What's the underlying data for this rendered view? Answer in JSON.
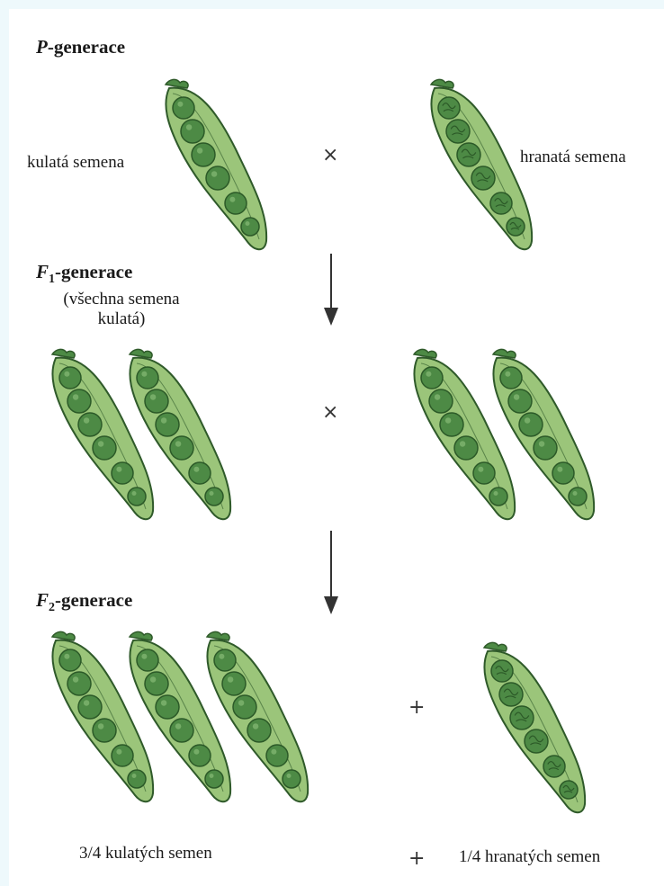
{
  "generations": {
    "p": {
      "letter": "P",
      "suffix": "-generace"
    },
    "f1": {
      "letter": "F",
      "sub": "1",
      "suffix": "-generace",
      "note_line1": "(všechna semena",
      "note_line2": "kulatá)"
    },
    "f2": {
      "letter": "F",
      "sub": "2",
      "suffix": "-generace"
    }
  },
  "labels": {
    "round_seeds": "kulatá semena",
    "wrinkled_seeds": "hranatá semena",
    "result_round": "3/4 kulatých semen",
    "result_wrinkled": "1/4 hranatých semen"
  },
  "symbols": {
    "cross": "×",
    "plus": "+"
  },
  "colors": {
    "pod_fill": "#9bc57a",
    "pod_outline": "#2f5a2a",
    "pea_fill": "#4d8a45",
    "pea_dark": "#2c5a28",
    "background": "#eef9fc"
  }
}
